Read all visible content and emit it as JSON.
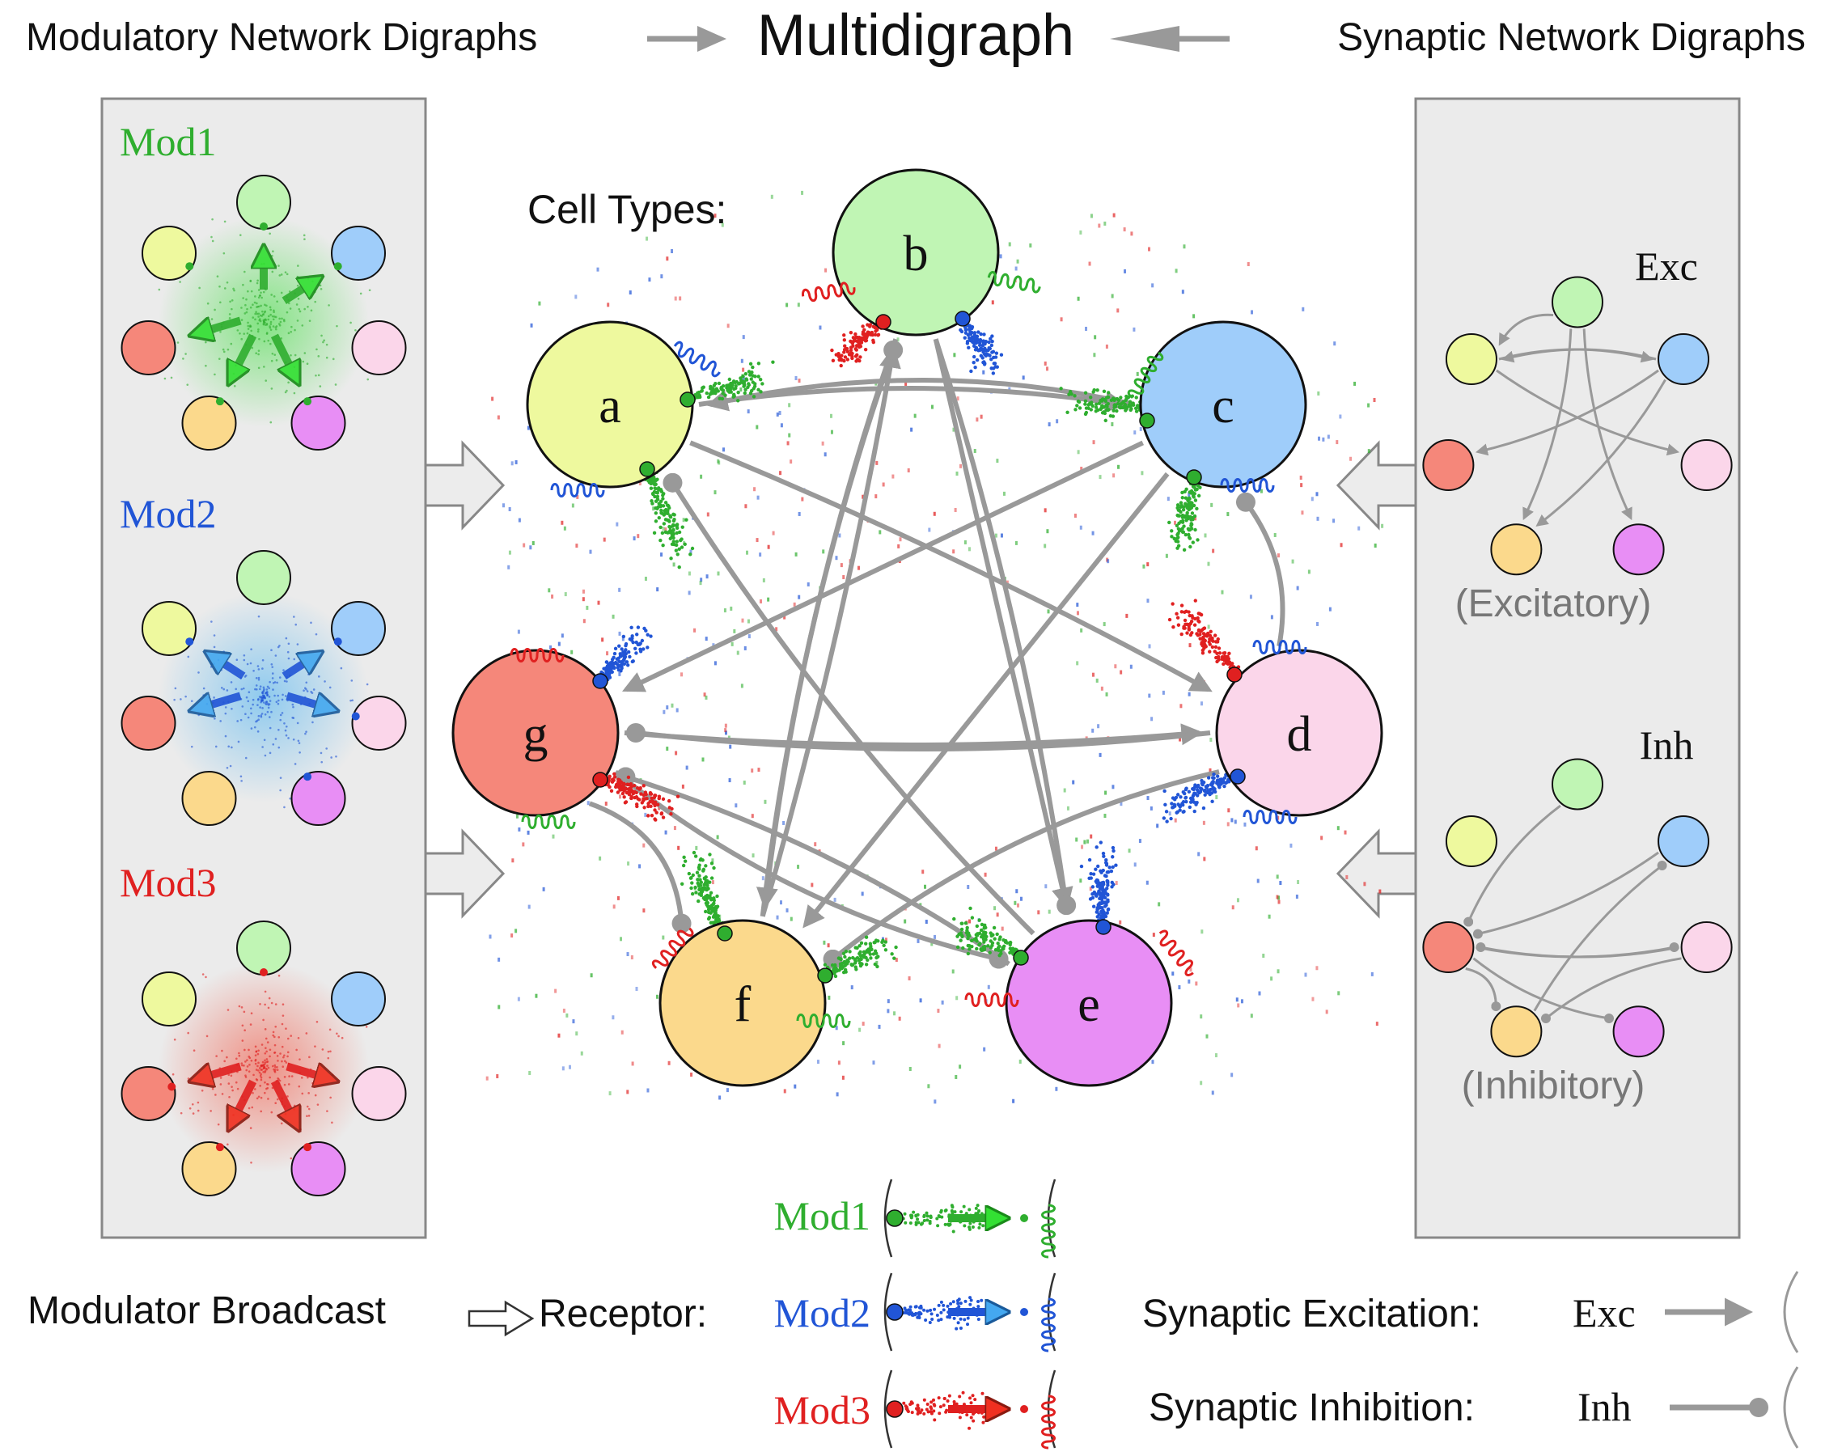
{
  "title": {
    "main": "Multidigraph",
    "left": "Modulatory Network Digraphs",
    "right": "Synaptic Network Digraphs"
  },
  "center": {
    "heading": "Cell Types:",
    "cells": [
      {
        "id": "a",
        "color": "#eef99e"
      },
      {
        "id": "b",
        "color": "#c0f5b4"
      },
      {
        "id": "c",
        "color": "#9fcdfa"
      },
      {
        "id": "d",
        "color": "#fbd6ea"
      },
      {
        "id": "e",
        "color": "#e88ef5"
      },
      {
        "id": "f",
        "color": "#fbd98c"
      },
      {
        "id": "g",
        "color": "#f5877a"
      }
    ]
  },
  "modulatory": [
    {
      "name": "Mod1",
      "color": "#2fae2f"
    },
    {
      "name": "Mod2",
      "color": "#2155d6"
    },
    {
      "name": "Mod3",
      "color": "#e02020"
    }
  ],
  "synaptic": {
    "excitatory": {
      "label": "Exc",
      "caption": "(Excitatory)"
    },
    "inhibitory": {
      "label": "Inh",
      "caption": "(Inhibitory)"
    }
  },
  "legend": {
    "broadcast_label": "Modulator Broadcast",
    "receptor_label": "Receptor:",
    "mods": [
      "Mod1",
      "Mod2",
      "Mod3"
    ],
    "excitation_label": "Synaptic Excitation:",
    "excitation_symbol": "Exc",
    "inhibition_label": "Synaptic Inhibition:",
    "inhibition_symbol": "Inh"
  },
  "colors": {
    "mod1": "#2fae2f",
    "mod2": "#2155d6",
    "mod3": "#e02020",
    "edge": "#999999",
    "panel": "#ebebeb"
  }
}
